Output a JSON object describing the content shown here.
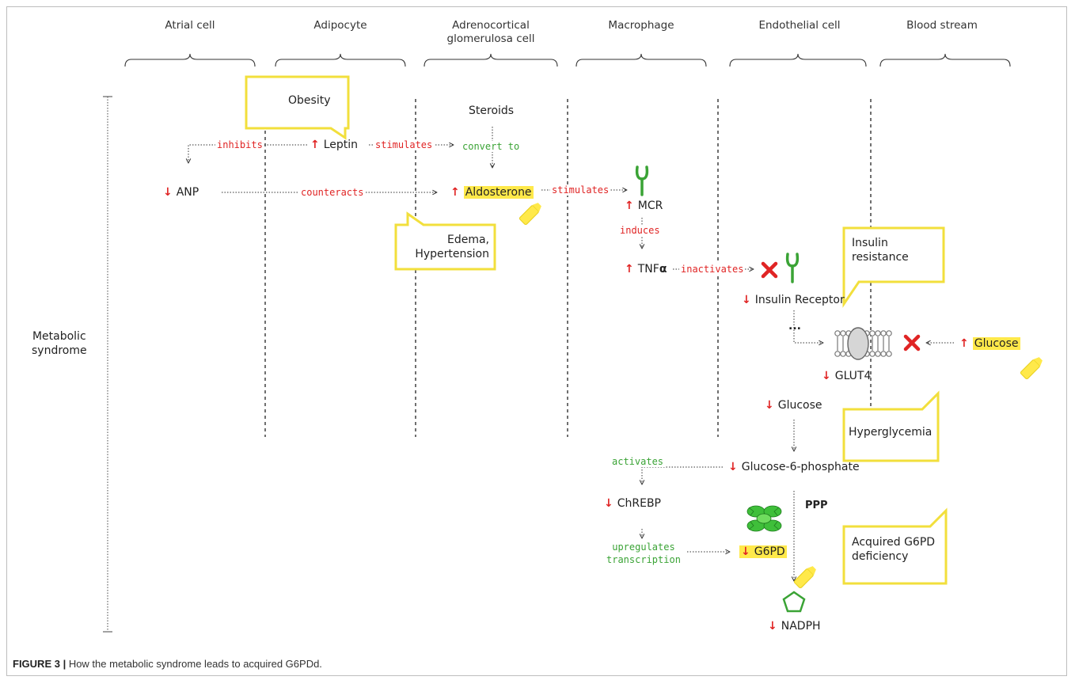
{
  "columns": {
    "atrial": "Atrial cell",
    "adipocyte": "Adipocyte",
    "adrenal_line1": "Adrenocortical",
    "adrenal_line2": "glomerulosa cell",
    "macrophage": "Macrophage",
    "endothelial": "Endothelial cell",
    "blood": "Blood stream"
  },
  "side_label": {
    "line1": "Metabolic",
    "line2": "syndrome"
  },
  "callouts": {
    "obesity": "Obesity",
    "edema_line1": "Edema,",
    "edema_line2": "Hypertension",
    "insulin_line1": "Insulin",
    "insulin_line2": "resistance",
    "hyperglycemia": "Hyperglycemia",
    "g6pd_line1": "Acquired G6PD",
    "g6pd_line2": "deficiency"
  },
  "nodes": {
    "steroids": "Steroids",
    "leptin": "Leptin",
    "anp": "ANP",
    "aldosterone": "Aldosterone",
    "mcr": "MCR",
    "tnf_a": "TNF",
    "tnf_b": "α",
    "insulin_receptor": "Insulin Receptor",
    "ellipsis": "...",
    "glut4": "GLUT4",
    "glucose_blood": "Glucose",
    "glucose_cell": "Glucose",
    "g6p": "Glucose-6-phosphate",
    "chrebp": "ChREBP",
    "ppp": "PPP",
    "g6pd": "G6PD",
    "nadph": "NADPH"
  },
  "arrows_symbols": {
    "up": "↑",
    "down": "↓"
  },
  "edges": {
    "inhibits": "inhibits",
    "stimulates_1": "stimulates",
    "convert_to": "convert to",
    "counteracts": "counteracts",
    "stimulates_2": "stimulates",
    "induces": "induces",
    "inactivates": "inactivates",
    "activates": "activates",
    "upregulates_1": "upregulates",
    "upregulates_2": "transcription"
  },
  "caption": {
    "label": "FIGURE 3 |",
    "text": " How the metabolic syndrome leads to acquired G6PDd."
  },
  "colors": {
    "red": "#e02424",
    "green": "#3aa335",
    "yellow": "#ffe94a",
    "callout_border": "#f2df3c"
  },
  "icons": [
    "receptor-icon",
    "x-mark-icon",
    "glut4-transporter-icon",
    "g6pd-protein-icon",
    "pentagon-icon",
    "highlighter-icon"
  ]
}
